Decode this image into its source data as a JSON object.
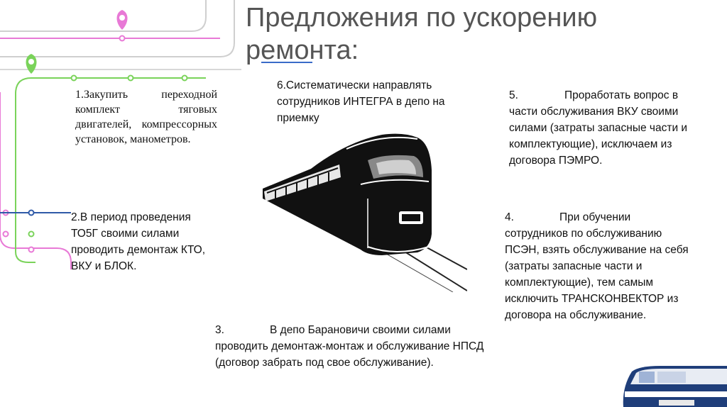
{
  "title": {
    "line1": "Предложения по ускорению",
    "line2": "ремонта:"
  },
  "items": {
    "item1": "1.Закупить переходной комплект тяговых двигателей, компрессорных установок, манометров.",
    "item2": "2.В период проведения ТО5Г своими силами проводить демонтаж КТО, ВКУ и БЛОК.",
    "item3_num": "3.",
    "item3": "В депо Барановичи своими силами проводить демонтаж-монтаж и обслуживание НПСД (договор забрать под свое обслуживание).",
    "item4_num": "4.",
    "item4": "При обучении сотрудников по обслуживанию ПСЭН, взять обслуживание на себя (затраты запасные части и комплектующие), тем самым исключить ТРАНСКОНВЕКТОР из договора на обслуживание.",
    "item5_num": "5.",
    "item5": "Проработать вопрос в части обслуживания ВКУ своими силами (затраты запасные части и комплектующие), исключаем из договора ПЭМРО.",
    "item6": "6.Систематически направлять сотрудников ИНТЕГРА в депо на приемку"
  },
  "images": {
    "train": "high-speed-train-illustration",
    "bus": "bus-illustration"
  },
  "colors": {
    "pink_line": "#e879d6",
    "green_line": "#7ad35a",
    "blue_line": "#2f5aa8",
    "gray_line": "#c8c8c8",
    "title_color": "#555555",
    "underline": "#3a6bc8"
  }
}
